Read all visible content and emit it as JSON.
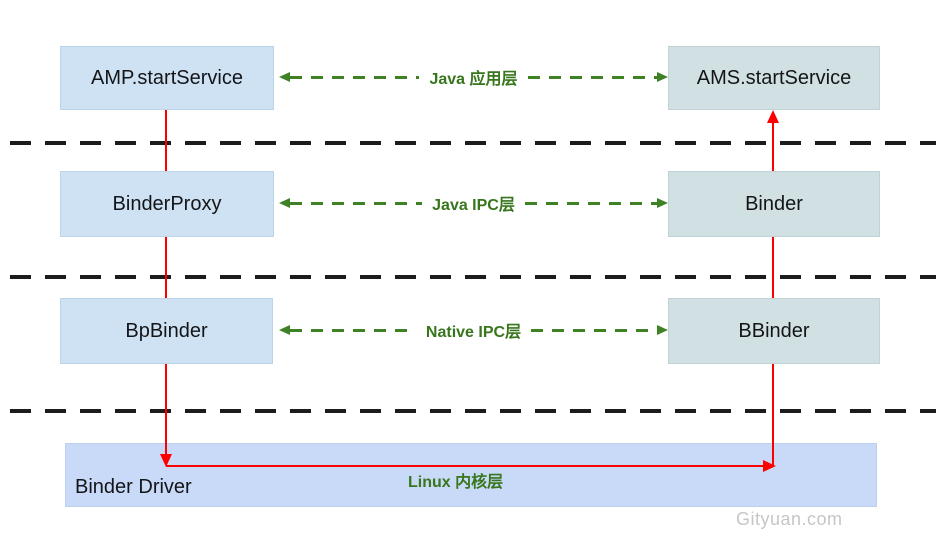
{
  "diagram": {
    "boxes": {
      "amp": "AMP.startService",
      "ams": "AMS.startService",
      "binder_proxy": "BinderProxy",
      "binder": "Binder",
      "bp_binder": "BpBinder",
      "b_binder": "BBinder",
      "binder_driver": "Binder Driver"
    },
    "layer_labels": {
      "java_app": "Java 应用层",
      "java_ipc": "Java IPC层",
      "native_ipc": "Native IPC层",
      "linux_kernel": "Linux 内核层"
    },
    "watermark": "Gityuan.com",
    "colors": {
      "left_box_fill": "#cfe2f3",
      "right_box_fill": "#d0e0e3",
      "driver_box_fill": "#c9daf8",
      "flow_arrow_red": "#ff0000",
      "layer_label_green": "#38761d",
      "separator_black": "#1c1c1c",
      "watermark_gray": "#c6c6c6",
      "box_text": "#141519"
    }
  }
}
